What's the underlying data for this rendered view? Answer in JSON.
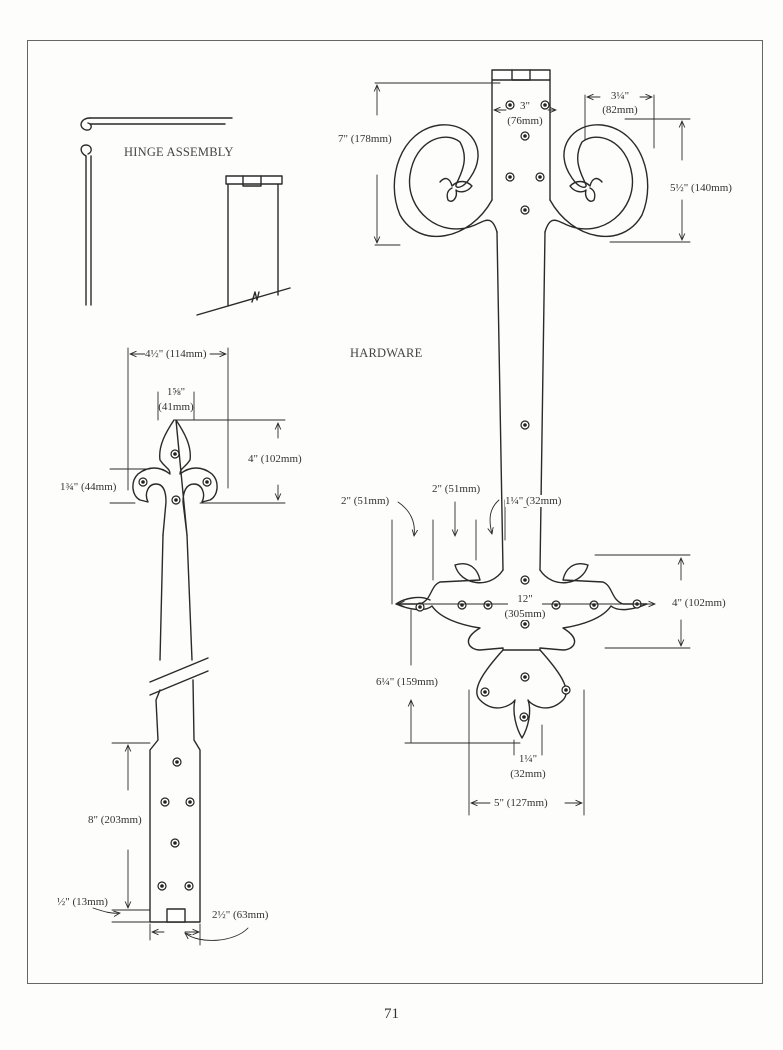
{
  "titles": {
    "hinge_assembly": "HINGE ASSEMBLY",
    "hardware": "HARDWARE"
  },
  "left_hinge": {
    "width_total": "4½\" (114mm)",
    "tip_width_a": "1⅝\"",
    "tip_width_b": "(41mm)",
    "head_height": "4\" (102mm)",
    "side_height": "1¾\" (44mm)",
    "bottom_length": "8\" (203mm)",
    "bottom_offset": "½\" (13mm)",
    "bottom_width": "2½\" (63mm)"
  },
  "right_hinge": {
    "top_height": "7\" (178mm)",
    "strap_width_a": "3\"",
    "strap_width_b": "(76mm)",
    "scroll_width_a": "3¼\"",
    "scroll_width_b": "(82mm)",
    "scroll_height": "5½\" (140mm)",
    "spacing_1": "2\" (51mm)",
    "spacing_2": "2\" (51mm)",
    "spacing_3": "1¼\" (32mm)",
    "cross_width_a": "12\"",
    "cross_width_b": "(305mm)",
    "cross_height": "4\" (102mm)",
    "lower_height": "6¼\" (159mm)",
    "tip_width_a": "1¼\"",
    "tip_width_b": "(32mm)",
    "base_width": "5\" (127mm)"
  },
  "page_number": "71"
}
